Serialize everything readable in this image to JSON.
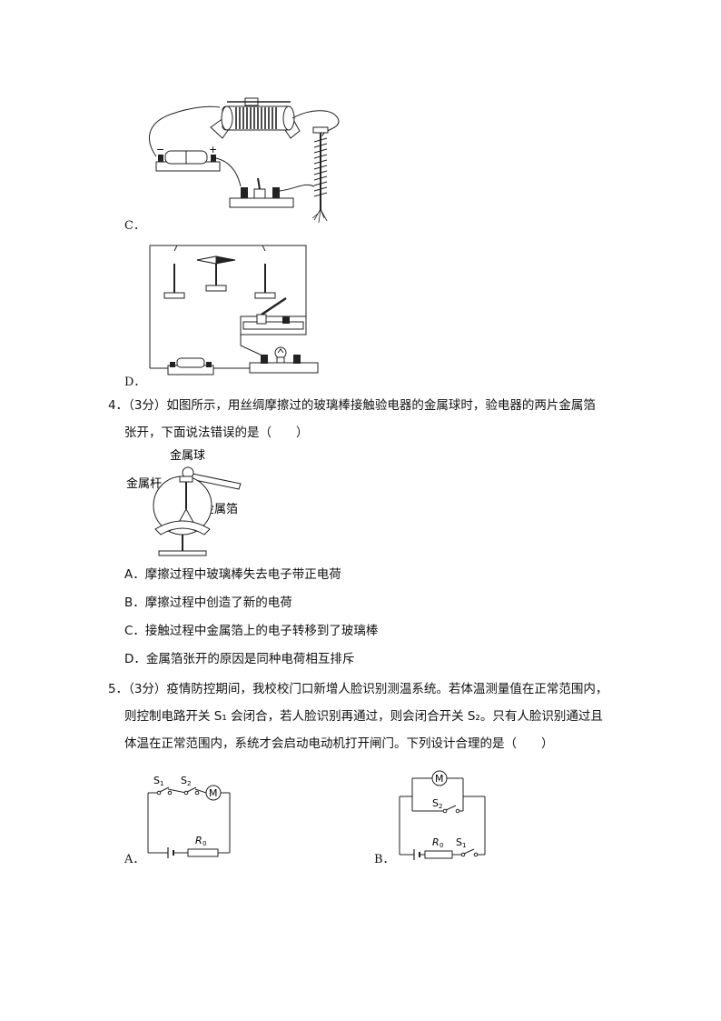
{
  "q3": {
    "options": [
      {
        "label": "C．"
      },
      {
        "label": "D．"
      }
    ],
    "figC": {
      "minus": "−",
      "plus": "+"
    }
  },
  "q4": {
    "stem_line1": "4．（3分）如图所示，用丝绸摩擦过的玻璃棒接触验电器的金属球时，验电器的两片金属箔",
    "stem_line2": "张开，下面说法错误的是（　　）",
    "figure": {
      "ball_label": "金属球",
      "rod_label": "金属杆",
      "foil_label": "金属箔"
    },
    "options": [
      {
        "text": "A．摩擦过程中玻璃棒失去电子带正电荷"
      },
      {
        "text": "B．摩擦过程中创造了新的电荷"
      },
      {
        "text": "C．接触过程中金属箔上的电子转移到了玻璃棒"
      },
      {
        "text": "D．金属箔张开的原因是同种电荷相互排斥"
      }
    ]
  },
  "q5": {
    "stem_line1": "5．（3分）疫情防控期间，我校校门口新增人脸识别测温系统。若体温测量值在正常范围内，",
    "stem_line2": "则控制电路开关 S₁ 会闭合，若人脸识别再通过，则会闭合开关 S₂。只有人脸识别通过且",
    "stem_line3": "体温在正常范围内，系统才会启动电动机打开闸门。下列设计合理的是（　　）",
    "options": [
      {
        "label": "A．",
        "s1": "S",
        "s1_sub": "1",
        "s2": "S",
        "s2_sub": "2",
        "motor": "M",
        "r": "R",
        "r_sub": "0"
      },
      {
        "label": "B．",
        "s1": "S",
        "s1_sub": "1",
        "s2": "S",
        "s2_sub": "2",
        "motor": "M",
        "r": "R",
        "r_sub": "0"
      }
    ]
  }
}
